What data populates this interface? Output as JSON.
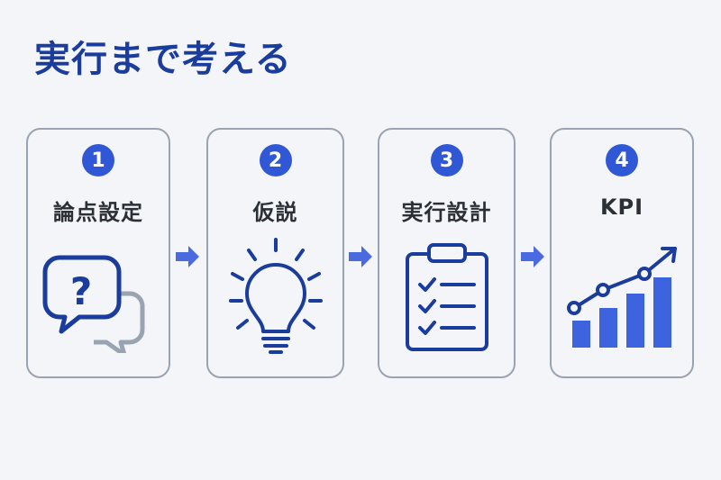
{
  "title": "実行まで考える",
  "steps": [
    {
      "number": "1",
      "label": "論点設定",
      "icon": "question-bubbles-icon"
    },
    {
      "number": "2",
      "label": "仮説",
      "icon": "lightbulb-icon"
    },
    {
      "number": "3",
      "label": "実行設計",
      "icon": "clipboard-checklist-icon"
    },
    {
      "number": "4",
      "label": "KPI",
      "icon": "bar-chart-trend-icon"
    }
  ],
  "colors": {
    "title": "#1a3c9c",
    "accent": "#2f57d6",
    "border": "#9aa3b1",
    "icon_secondary": "#9aa3b1",
    "text": "#2b2f36",
    "background": "#f4f5f8"
  }
}
